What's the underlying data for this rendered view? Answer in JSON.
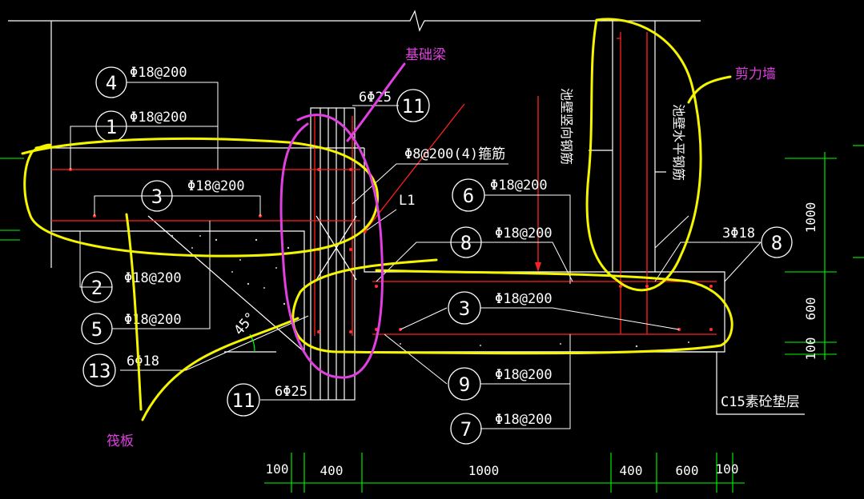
{
  "annotations": {
    "foundation_beam": "基础梁",
    "shear_wall": "剪力墙",
    "raft_slab": "筏板"
  },
  "bubbles": {
    "b4": "4",
    "b1": "1",
    "b3_left": "3",
    "b2": "2",
    "b5": "5",
    "b13": "13",
    "b11_top": "11",
    "b11_bottom": "11",
    "b6": "6",
    "b8_mid": "8",
    "b3_mid": "3",
    "b8_right": "8",
    "b9": "9",
    "b7": "7"
  },
  "rebar_labels": {
    "r4": "Φ18@200",
    "r1": "Φ18@200",
    "r3_left": "Φ18@200",
    "r2": "Φ18@200",
    "r5": "Φ18@200",
    "r13": "6Φ18",
    "r11_top": "6Φ25",
    "r11_bottom": "6Φ25",
    "stirrup": "Φ8@200(4)箍筋",
    "beam_id": "L1",
    "r6": "Φ18@200",
    "r8_mid": "Φ18@200",
    "r3_mid": "Φ18@200",
    "r8_right": "3Φ18",
    "r9": "Φ18@200",
    "r7": "Φ18@200",
    "angle": "45°",
    "pad": "C15素砼垫层",
    "wall_vertical": "池壁竖向钢筋",
    "wall_horizontal": "池壁水平钢筋"
  },
  "dimensions": {
    "bottom": [
      "100",
      "400",
      "1000",
      "400",
      "600",
      "100"
    ],
    "right": [
      "1000",
      "600",
      "100"
    ]
  },
  "colors": {
    "background": "#000000",
    "line": "#ffffff",
    "rebar": "#ff2020",
    "dimension": "#00ff00",
    "highlight_yellow": "#f5f500",
    "highlight_magenta": "#e040e0"
  }
}
